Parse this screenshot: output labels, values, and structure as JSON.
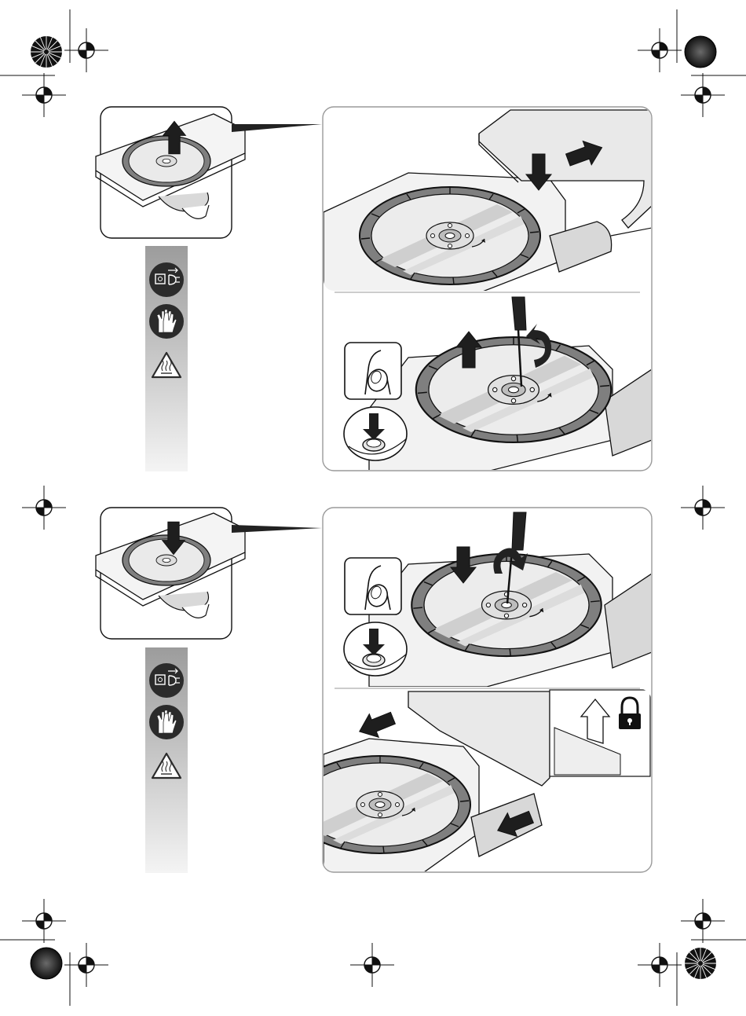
{
  "page": {
    "kind": "instruction-manual-illustration-page",
    "printed_text": []
  },
  "steps": [
    {
      "id": "remove-blade",
      "thumbnail_arrow": "up",
      "warning_icons": [
        "unplug-icon",
        "gloves-icon",
        "hot-surface-icon"
      ],
      "main_actions": [
        "press-hood-down",
        "slide-hood-right",
        "press-spindle-lock",
        "loosen-screw",
        "lift-blade-out"
      ]
    },
    {
      "id": "install-blade",
      "thumbnail_arrow": "down",
      "warning_icons": [
        "unplug-icon",
        "gloves-icon",
        "hot-surface-icon"
      ],
      "main_actions": [
        "press-spindle-lock",
        "insert-blade",
        "tighten-screw",
        "slide-hood-left",
        "lock-hood"
      ]
    }
  ],
  "colors": {
    "line": "#1a1a1a",
    "blade_ring": "#8a8a8a",
    "blade_disc": "#e6e6e6",
    "panel_border": "#9a9a9a",
    "sidebar_top": "#9c9c9c",
    "sidebar_bottom": "#f2f2f2",
    "icon_fill": "#2b2b2b"
  }
}
